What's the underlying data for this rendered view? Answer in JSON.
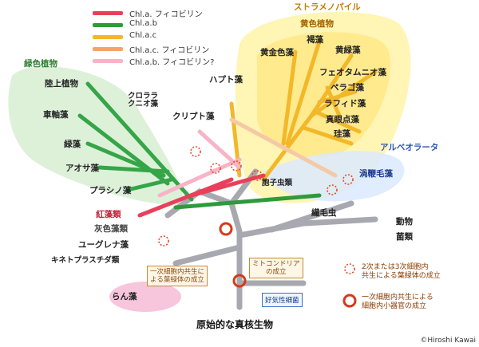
{
  "legend": [
    {
      "label": "Chl.a. フィコビリン",
      "color": "#e8405a",
      "icon": "red-line"
    },
    {
      "label": "Chl.a.b",
      "color": "#2f9a3b",
      "icon": "green-line"
    },
    {
      "label": "Chl.a.c",
      "color": "#f2b829",
      "icon": "yellow-line"
    },
    {
      "label": "Chl.a.c. フィコビリン",
      "color": "#f5a36d",
      "icon": "orange-line"
    },
    {
      "label": "Chl.a.b. フィコビリン?",
      "color": "#f8b3c7",
      "icon": "pink-line"
    }
  ],
  "groups": {
    "green_plants": "緑色植物",
    "stramenopiles": "ストラメノパイル",
    "yellow_algae": "黄色植物",
    "alveolata": "アルベオラータ"
  },
  "taxa": {
    "land_plants": "陸上植物",
    "charophytes": "車軸藻",
    "green_algae": "緑藻",
    "ulva": "アオサ藻",
    "prasinophytes": "プラシノ藻",
    "chlorarachnion": "クロララ\nクニオ藻",
    "cryptophytes": "クリプト藻",
    "haptophytes": "ハプト藻",
    "golden_algae": "黄金色藻",
    "xanthophytes": "黄緑藻",
    "rhaphido": "褐藻",
    "pheo": "フェオタムニオ藻",
    "pelago": "ペラゴ藻",
    "raphido": "ラフィド藻",
    "eustigmato": "真眼点藻",
    "diatoms": "珪藻",
    "dinoflagellates": "渦鞭毛藻",
    "apicomplexa": "胞子虫類",
    "ciliates": "繊毛虫",
    "animals": "動物",
    "fungi": "菌類",
    "red_algae": "紅藻類",
    "glaucophytes": "灰色藻類",
    "euglenids": "ユーグレナ藻",
    "kinetoplastids": "キネトプラスチダ類",
    "orchid_algae": "らん藻",
    "ancestral_eukaryote": "原始的な真核生物"
  },
  "notes": {
    "primary_endosymbiosis": "一次細胞内共生に\nよる葉緑体の成立",
    "mitochondria": "ミトコンドリア\nの成立",
    "aerobic_bacteria": "好気性細菌"
  },
  "key": {
    "secondary": "2次または3次細胞内\n共生による葉緑体の成立",
    "primary": "一次細胞内共生による\n細胞内小器官の成立"
  },
  "credit": "©Hiroshi Kawai"
}
